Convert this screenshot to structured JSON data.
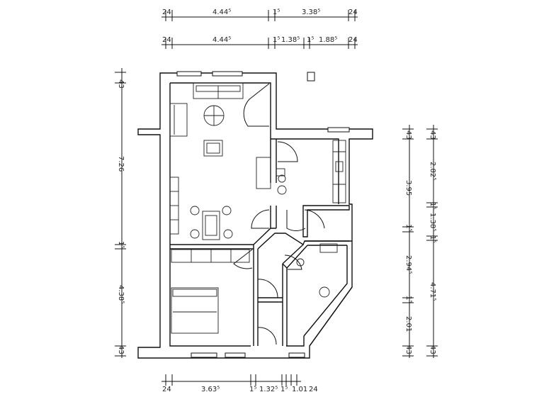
{
  "top_dims_1": [
    "24",
    "4.44⁵",
    "1⁵",
    "3.38⁵",
    "24"
  ],
  "top_dims_2": [
    "24",
    "4.44⁵",
    "1⁵",
    "1.38⁵",
    "1⁵",
    "1.88⁵",
    "24"
  ],
  "left_dims": [
    "43",
    "7.26",
    "1⁵",
    "4.38⁵",
    "43"
  ],
  "right_dims_1": [
    "43",
    "3.95",
    "1⁵",
    "2.94⁵",
    "1⁵",
    "2.01",
    "43"
  ],
  "right_dims_2": [
    "43",
    "2.82⁵",
    "1⁵",
    "1.38⁵",
    "1⁵",
    "4.71⁵",
    "43"
  ],
  "bottom_dims": [
    "24",
    "3.63⁵",
    "1⁵",
    "1.32⁵",
    "1⁵",
    "1.01",
    "24"
  ]
}
